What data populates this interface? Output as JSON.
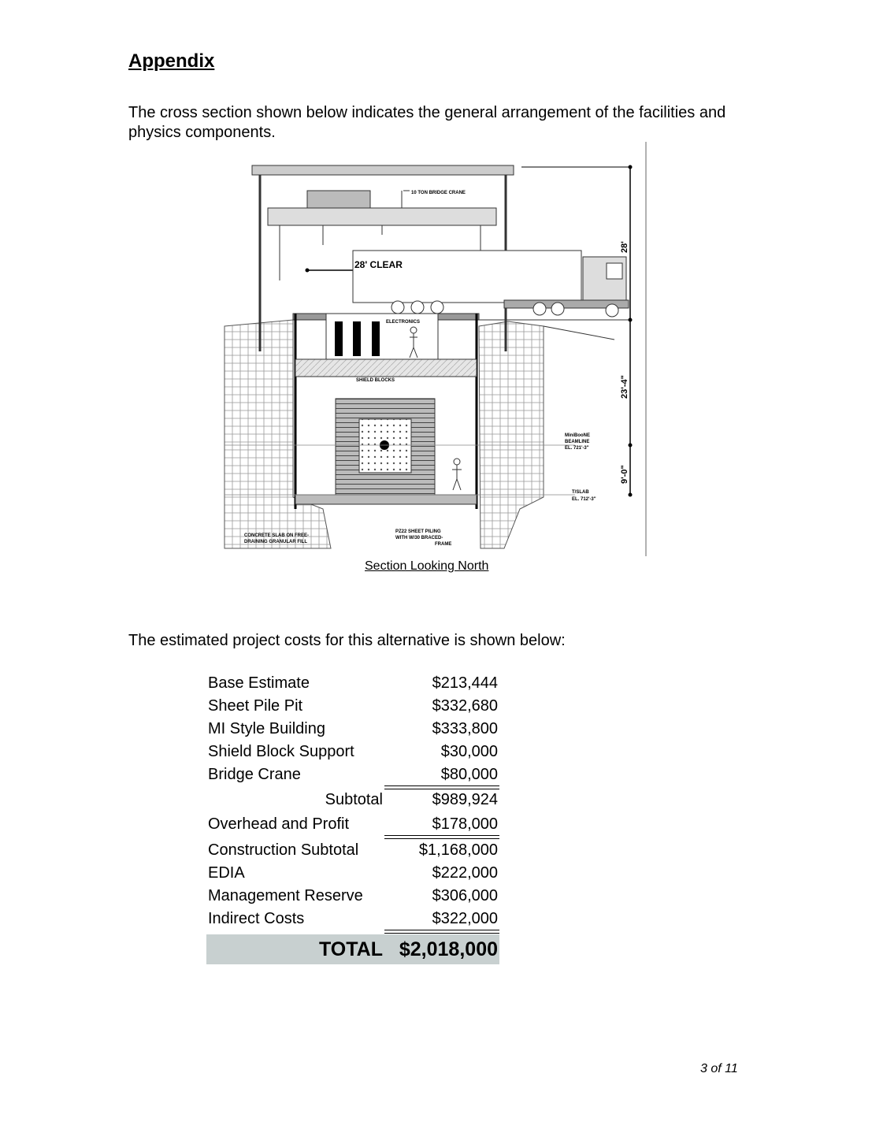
{
  "heading": "Appendix",
  "intro": "The cross section shown below indicates the general arrangement of the facilities and physics components.",
  "figure": {
    "labels": {
      "crane": "10 TON BRIDGE CRANE",
      "clear": "28' CLEAR",
      "electronics": "ELECTRONICS",
      "shield": "SHIELD BLOCKS",
      "dim_top": "28'",
      "dim_mid": "23'-4\"",
      "dim_low": "9'-0\"",
      "beamline_1": "MiniBooNE",
      "beamline_2": "BEAMLINE",
      "beamline_3": "EL. 721'-3\"",
      "slab_1": "T/SLAB",
      "slab_2": "EL. 712'-3\"",
      "concrete_1": "CONCRETE SLAB ON FREE-",
      "concrete_2": "DRAINING GRANULAR FILL",
      "piling_1": "PZ22 SHEET PILING",
      "piling_2": "WITH W/30 BRACED-",
      "piling_3": "FRAME"
    },
    "caption": "Section Looking North"
  },
  "costs_intro": "The estimated project costs for this alternative is shown below:",
  "costs": {
    "items": [
      {
        "label": "Base Estimate",
        "value": "$213,444"
      },
      {
        "label": "Sheet Pile Pit",
        "value": "$332,680"
      },
      {
        "label": "MI Style Building",
        "value": "$333,800"
      },
      {
        "label": "Shield Block Support",
        "value": "$30,000"
      },
      {
        "label": "Bridge Crane",
        "value": "$80,000"
      }
    ],
    "subtotal": {
      "label": "Subtotal",
      "value": "$989,924"
    },
    "overhead": {
      "label": "Overhead and Profit",
      "value": "$178,000"
    },
    "items2": [
      {
        "label": "Construction Subtotal",
        "value": "$1,168,000"
      },
      {
        "label": "EDIA",
        "value": "$222,000"
      },
      {
        "label": "Management Reserve",
        "value": "$306,000"
      },
      {
        "label": "Indirect Costs",
        "value": "$322,000"
      }
    ],
    "total": {
      "label": "TOTAL",
      "value": "$2,018,000"
    }
  },
  "page_number": "3 of 11"
}
